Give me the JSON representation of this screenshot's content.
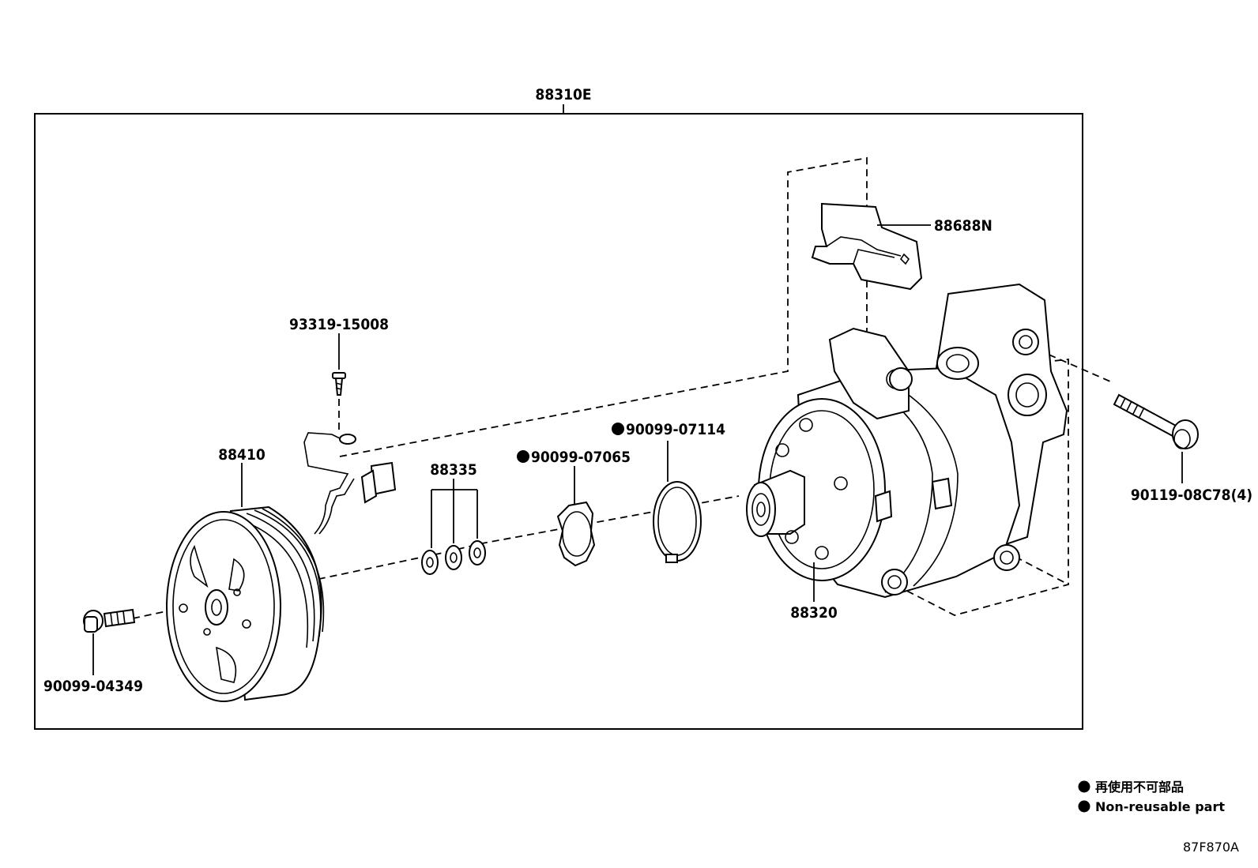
{
  "assembly": {
    "label": "88310E"
  },
  "parts": {
    "bracket": "88688N",
    "screw": "93319-15008",
    "pulley": "88410",
    "shims": "88335",
    "snap_ring": "90099-07065",
    "o_ring": "90099-07114",
    "compressor": "88320",
    "mount_bolt": "90119-08C78(4)",
    "center_bolt": "90099-04349"
  },
  "legend": {
    "japanese": "再使用不可部品",
    "english": "Non-reusable part",
    "marker": "filled-circle"
  },
  "illustration_code": "87F870A"
}
